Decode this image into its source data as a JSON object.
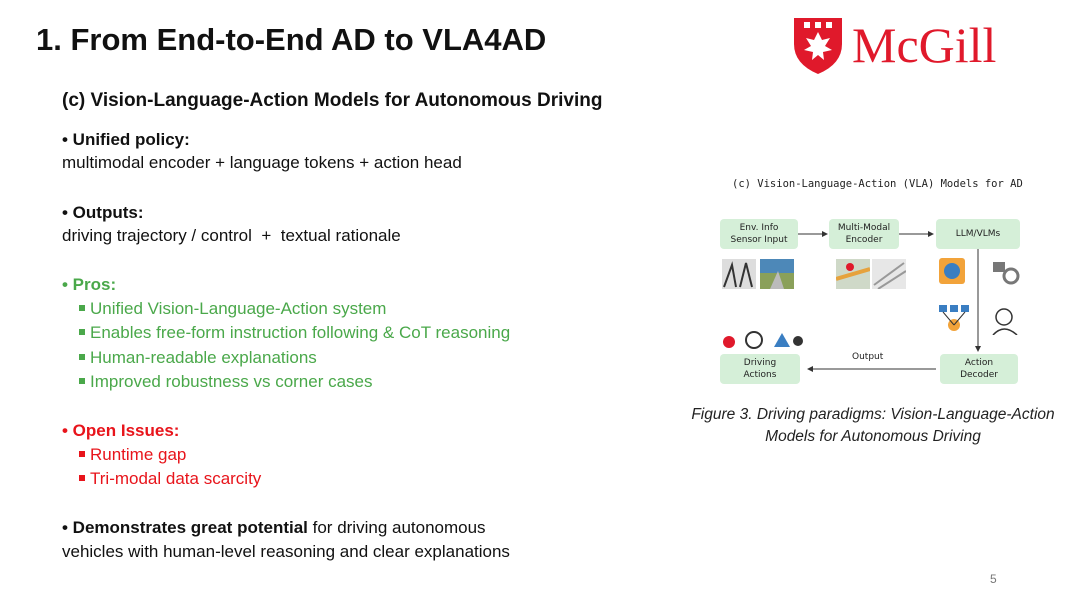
{
  "title": "1. From End-to-End AD to VLA4AD",
  "logo": {
    "text": "McGill"
  },
  "subtitle": "(c) Vision-Language-Action Models for Autonomous Driving",
  "bullets": {
    "policy": {
      "label": "• Unified policy:",
      "text": "multimodal encoder + language tokens + action head"
    },
    "outputs": {
      "label": "• Outputs:",
      "text": "driving trajectory / control  +  textual rationale"
    },
    "pros": {
      "label": "• Pros:",
      "items": [
        "Unified Vision-Language-Action system",
        "Enables free-form instruction following & CoT reasoning",
        "Human-readable explanations",
        "Improved robustness vs corner cases"
      ]
    },
    "issues": {
      "label": "• Open Issues:",
      "items": [
        "Runtime gap",
        "Tri-modal data scarcity"
      ]
    },
    "potential": {
      "bold": "• Demonstrates great potential",
      "rest": " for driving autonomous",
      "line2": "vehicles with human-level reasoning and clear explanations"
    }
  },
  "figure": {
    "title": "(c) Vision-Language-Action (VLA) Models for AD",
    "boxes": {
      "env_line1": "Env. Info",
      "env_line2": "Sensor Input",
      "encoder_line1": "Multi-Modal",
      "encoder_line2": "Encoder",
      "llm": "LLM/VLMs",
      "decoder_line1": "Action",
      "decoder_line2": "Decoder",
      "actions_line1": "Driving",
      "actions_line2": "Actions"
    },
    "output_label": "Output",
    "caption_line1": "Figure 3. Driving paradigms: Vision-Language-Action",
    "caption_line2": "Models for Autonomous Driving"
  },
  "page_number": "5",
  "colors": {
    "green": "#4aa84a",
    "red": "#e8141b",
    "box_fill": "#d5efd8",
    "logo_red": "#e0192b"
  }
}
